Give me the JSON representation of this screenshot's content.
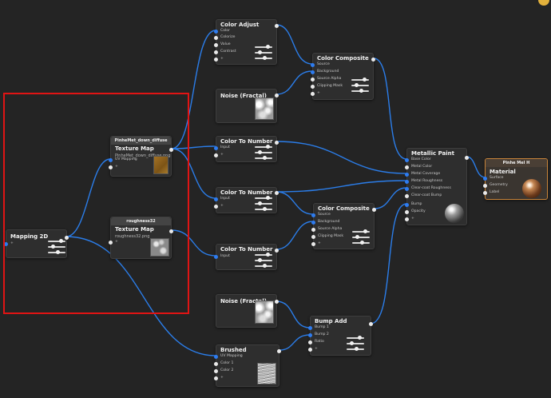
{
  "colors": {
    "background": "#242424",
    "node_body": "#2e2e2e",
    "wire": "#2b7de9",
    "socket_input_blue": "#2e7cf0",
    "socket_default": "#e9e9e9",
    "selection": "#e01414",
    "material_border": "#c8843a"
  },
  "nodes": {
    "mapping2d": {
      "title": "Mapping 2D",
      "inputs": [
        "+"
      ]
    },
    "texture_diffuse": {
      "subtitle": "PinheMet_down_diffuse",
      "title": "Texture Map",
      "filename": "PinheMet_down_diffuse.png",
      "inputs": [
        "UV Mapping",
        "+"
      ]
    },
    "texture_rough": {
      "subtitle": "roughness32",
      "title": "Texture Map",
      "filename": "roughness32.png",
      "inputs": [
        "+"
      ]
    },
    "color_adjust": {
      "title": "Color Adjust",
      "inputs": [
        "Color",
        "Colorize",
        "Value",
        "Contrast",
        "+"
      ]
    },
    "noise_top": {
      "title": "Noise (Fractal)"
    },
    "color_composite_top": {
      "title": "Color Composite",
      "inputs": [
        "Source",
        "Background",
        "Source Alpha",
        "Clipping Mask",
        "+"
      ]
    },
    "ctn_1": {
      "title": "Color To Number",
      "inputs": [
        "Input",
        "+"
      ]
    },
    "ctn_2": {
      "title": "Color To Number",
      "inputs": [
        "Input",
        "+"
      ]
    },
    "ctn_3": {
      "title": "Color To Number",
      "inputs": [
        "Input",
        "+"
      ]
    },
    "color_composite_mid": {
      "title": "Color Composite",
      "inputs": [
        "Source",
        "Background",
        "Source Alpha",
        "Clipping Mask",
        "+"
      ]
    },
    "metallic_paint": {
      "title": "Metallic Paint",
      "inputs": [
        "Base Color",
        "Metal Color",
        "Metal Coverage",
        "Metal Roughness",
        "Clear-coat Roughness",
        "Clear-coat Bump",
        "Bump",
        "Opacity",
        "+"
      ]
    },
    "material": {
      "subtitle": "Pinhe Mel H",
      "title": "Material",
      "inputs": [
        "Surface",
        "Geometry",
        "Label"
      ]
    },
    "noise_bottom": {
      "title": "Noise (Fractal)"
    },
    "bump_add": {
      "title": "Bump Add",
      "inputs": [
        "Bump 1",
        "Bump 2",
        "Ratio",
        "+"
      ]
    },
    "brushed": {
      "title": "Brushed",
      "inputs": [
        "UV Mapping",
        "Color 1",
        "Color 2",
        "+"
      ]
    }
  }
}
